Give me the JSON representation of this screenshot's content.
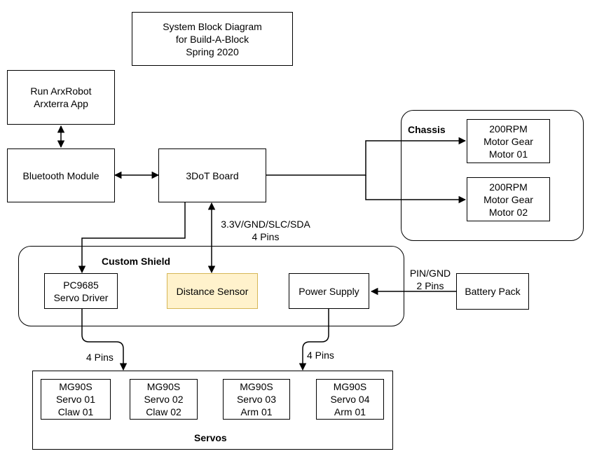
{
  "title": "System Block Diagram\nfor Build-A-Block\nSpring 2020",
  "blocks": {
    "arxrobot_app": "Run ArxRobot\nArxterra App",
    "bluetooth": "Bluetooth Module",
    "board_3dot": "3DoT Board",
    "motor_01": "200RPM\nMotor Gear\nMotor 01",
    "motor_02": "200RPM\nMotor Gear\nMotor 02",
    "servo_driver": "PC9685\nServo Driver",
    "distance_sensor": "Distance Sensor",
    "power_supply": "Power Supply",
    "battery_pack": "Battery Pack",
    "servo_01": "MG90S\nServo 01\nClaw 01",
    "servo_02": "MG90S\nServo 02\nClaw 02",
    "servo_03": "MG90S\nServo 03\nArm 01",
    "servo_04": "MG90S\nServo 04\nArm 01"
  },
  "groups": {
    "chassis": "Chassis",
    "custom_shield": "Custom Shield",
    "servos": "Servos"
  },
  "connection_labels": {
    "i2c": "3.3V/GND/SLC/SDA\n4 Pins",
    "battery": "PIN/GND\n2 Pins",
    "driver_to_servos": "4 Pins",
    "power_to_servos": "4 Pins"
  },
  "colors": {
    "line": "#000000",
    "sensor_fill": "#fff2cc",
    "sensor_border": "#d6b656"
  }
}
